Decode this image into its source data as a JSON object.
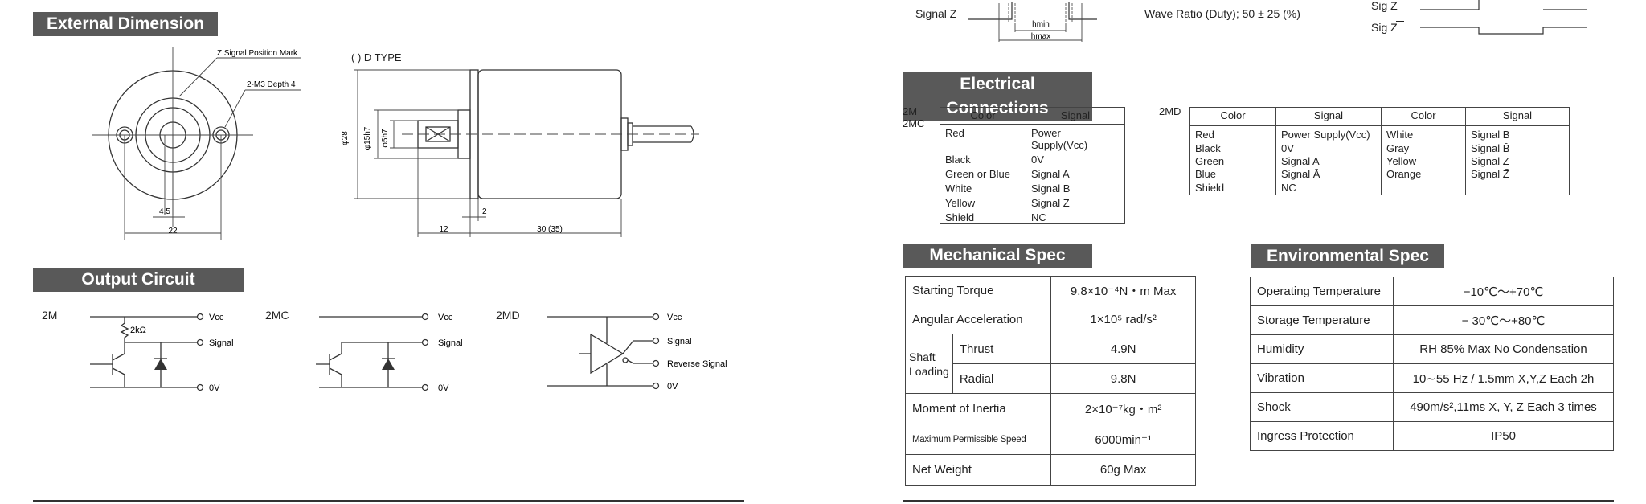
{
  "sections": {
    "external_dimension": "External Dimension",
    "output_circuit": "Output Circuit",
    "electrical_connections": "Electrical Connections",
    "mechanical_spec": "Mechanical Spec",
    "environmental_spec": "Environmental Spec"
  },
  "dimension": {
    "z_mark": "Z Signal Position Mark",
    "m3_depth": "2-M3 Depth 4",
    "d_type": "(   ) D TYPE",
    "d45": "4.5",
    "d22": "22",
    "d12": "12",
    "d2": "2",
    "d30": "30 (35)",
    "phi28": "φ28",
    "phi15": "φ15h7",
    "phi5": "φ5h7"
  },
  "waveform": {
    "signal_z": "Signal Z",
    "hmin": "hmin",
    "hmax": "hmax",
    "wave_ratio": "Wave Ratio (Duty); 50 ± 25 (%)",
    "sig_z": "Sig Z",
    "sig_zbar": "Sig Z"
  },
  "circuit": {
    "m2": "2M",
    "m2c": "2MC",
    "m2d": "2MD",
    "vcc": "Vcc",
    "signal": "Signal",
    "zero_v": "0V",
    "reverse_signal": "Reverse Signal",
    "resistor": "2kΩ"
  },
  "electrical": {
    "left_label_1": "2M",
    "left_label_2": "2MC",
    "right_label": "2MD",
    "headers": {
      "color": "Color",
      "signal": "Signal"
    },
    "left_rows": [
      {
        "color": "Red",
        "signal": "Power Supply(Vcc)"
      },
      {
        "color": "Black",
        "signal": "0V"
      },
      {
        "color": "Green or Blue",
        "signal": "Signal A"
      },
      {
        "color": "White",
        "signal": "Signal B"
      },
      {
        "color": "Yellow",
        "signal": "Signal Z"
      },
      {
        "color": "Shield",
        "signal": "NC"
      }
    ],
    "right_rows": [
      {
        "color": "Red",
        "signal": "Power Supply(Vcc)",
        "color2": "White",
        "signal2": "Signal B"
      },
      {
        "color": "Black",
        "signal": "0V",
        "color2": "Gray",
        "signal2": "Signal B̄"
      },
      {
        "color": "Green",
        "signal": "Signal A",
        "color2": "Yellow",
        "signal2": "Signal Z"
      },
      {
        "color": "Blue",
        "signal": "Signal Ā",
        "color2": "Orange",
        "signal2": "Signal Z̄"
      },
      {
        "color": "Shield",
        "signal": "NC",
        "color2": "",
        "signal2": ""
      }
    ]
  },
  "mechanical": {
    "starting_torque": "Starting Torque",
    "starting_torque_val": "9.8×10⁻⁴N・m Max",
    "angular_accel": "Angular Acceleration",
    "angular_accel_val": "1×10⁵ rad/s²",
    "shaft_loading": "Shaft Loading",
    "thrust": "Thrust",
    "thrust_val": "4.9N",
    "radial": "Radial",
    "radial_val": "9.8N",
    "moment": "Moment of Inertia",
    "moment_val": "2×10⁻⁷kg・m²",
    "max_speed": "Maximum Permissible Speed",
    "max_speed_val": "6000min⁻¹",
    "net_weight": "Net Weight",
    "net_weight_val": "60g Max"
  },
  "environmental": [
    {
      "label": "Operating Temperature",
      "value": "−10℃〜+70℃"
    },
    {
      "label": "Storage Temperature",
      "value": "− 30℃〜+80℃"
    },
    {
      "label": "Humidity",
      "value": "RH 85% Max No Condensation"
    },
    {
      "label": "Vibration",
      "value": "10∼55 Hz / 1.5mm  X,Y,Z Each 2h"
    },
    {
      "label": "Shock",
      "value": "490m/s²,11ms  X, Y, Z Each 3 times"
    },
    {
      "label": "Ingress Protection",
      "value": "IP50"
    }
  ]
}
